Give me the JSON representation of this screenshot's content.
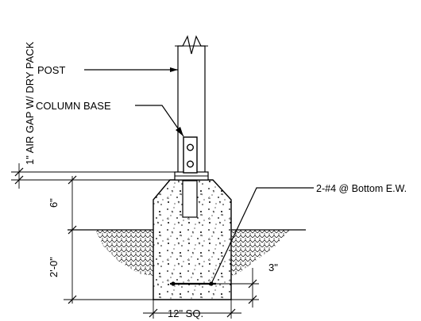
{
  "labels": {
    "post": "POST",
    "column_base": "COLUMN BASE",
    "air_gap": "1\" AIR GAP W/ DRY PACK",
    "rebar": "2-#4 @ Bottom E.W.",
    "dim_six": "6\"",
    "dim_two_ft": "2'-0\"",
    "dim_three": "3\"",
    "dim_width": "12\" SQ."
  }
}
